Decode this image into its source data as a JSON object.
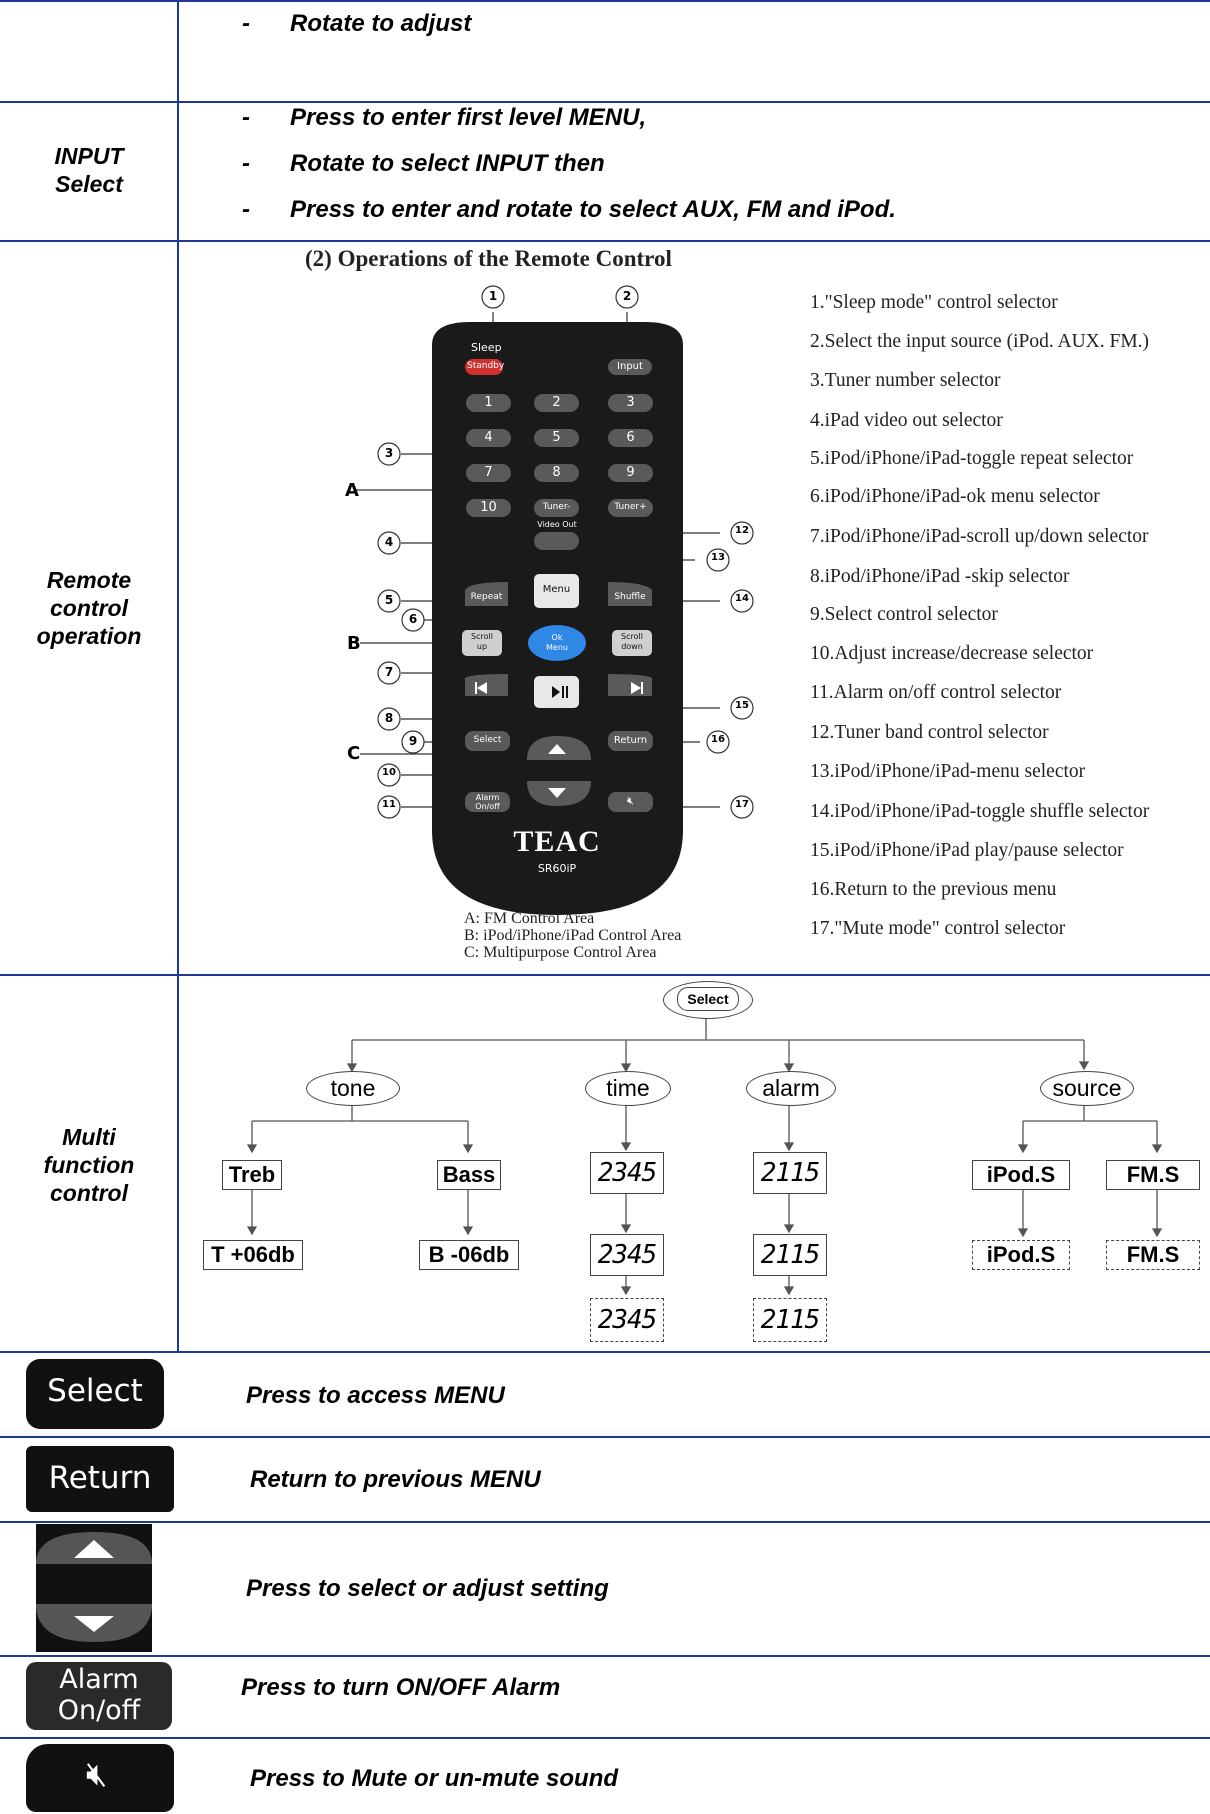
{
  "row1": {
    "bullets": [
      "Rotate to adjust"
    ]
  },
  "row2": {
    "label": [
      "INPUT",
      "Select"
    ],
    "bullets": [
      "Press to enter first level MENU,",
      "Rotate to select  INPUT then",
      "Press to enter and rotate to select AUX, FM and iPod."
    ]
  },
  "row3": {
    "label": [
      "Remote",
      "control",
      "operation"
    ],
    "title": "(2) Operations of the Remote Control",
    "legend": [
      "1.\"Sleep mode\" control selector",
      "2.Select the input source (iPod. AUX. FM.)",
      "3.Tuner number selector",
      "4.iPad video out selector",
      "5.iPod/iPhone/iPad-toggle repeat selector",
      "6.iPod/iPhone/iPad-ok menu selector",
      "7.iPod/iPhone/iPad-scroll up/down selector",
      "8.iPod/iPhone/iPad -skip selector",
      "9.Select control selector",
      "10.Adjust increase/decrease selector",
      "11.Alarm on/off control selector",
      "12.Tuner band control selector",
      "13.iPod/iPhone/iPad-menu selector",
      "14.iPod/iPhone/iPad-toggle shuffle selector",
      "15.iPod/iPhone/iPad play/pause selector",
      "16.Return to the previous menu",
      "17.\"Mute mode\" control selector"
    ],
    "areas": [
      "A: FM Control Area",
      "B: iPod/iPhone/iPad Control Area",
      "C: Multipurpose Control Area"
    ],
    "remote": {
      "sleep": "Sleep",
      "standby": "Standby",
      "input": "Input",
      "digits": [
        "1",
        "2",
        "3",
        "4",
        "5",
        "6",
        "7",
        "8",
        "9",
        "10"
      ],
      "tuner_minus": "Tuner-",
      "tuner_plus": "Tuner+",
      "video_out": "Video Out",
      "repeat": "Repeat",
      "menu": "Menu",
      "shuffle": "Shuffle",
      "scroll_up": [
        "Scroll",
        "up"
      ],
      "ok_menu": [
        "Ok",
        "Menu"
      ],
      "scroll_down": [
        "Scroll",
        "down"
      ],
      "select": "Select",
      "return": "Return",
      "alarm": [
        "Alarm",
        "On/off"
      ],
      "brand": "TEAC",
      "model": "SR60iP",
      "callouts": [
        "1",
        "2",
        "3",
        "4",
        "5",
        "6",
        "7",
        "8",
        "9",
        "10",
        "11",
        "12",
        "13",
        "14",
        "15",
        "16",
        "17"
      ],
      "areas": [
        "A",
        "B",
        "C"
      ]
    }
  },
  "row4": {
    "label": [
      "Multi",
      "function",
      "control"
    ],
    "root": "Select",
    "level1": [
      "tone",
      "time",
      "alarm",
      "source"
    ],
    "tone_children": [
      "Treb",
      "Bass"
    ],
    "tone_values": [
      "T +06db",
      "B -06db"
    ],
    "time_displays": [
      "2345",
      "2345",
      "2345"
    ],
    "alarm_displays": [
      "2115",
      "2115",
      "2115"
    ],
    "source_children": [
      "iPod.S",
      "FM.S"
    ],
    "source_values": [
      "iPod.S",
      "FM.S"
    ]
  },
  "rows_buttons": [
    {
      "icon_label": "Select",
      "text": "Press to access MENU"
    },
    {
      "icon_label": "Return",
      "text": "Return to previous MENU"
    },
    {
      "icon_label": "",
      "text": "Press to select or adjust setting"
    },
    {
      "icon_label": "Alarm On/off",
      "icon_lines": [
        "Alarm",
        "On/off"
      ],
      "text": "Press to turn ON/OFF Alarm"
    },
    {
      "icon_label": "",
      "text": "Press to Mute or un-mute sound"
    }
  ],
  "colors": {
    "rule": "#1f3a93",
    "standby": "#d03030",
    "ok": "#2f87e6"
  }
}
